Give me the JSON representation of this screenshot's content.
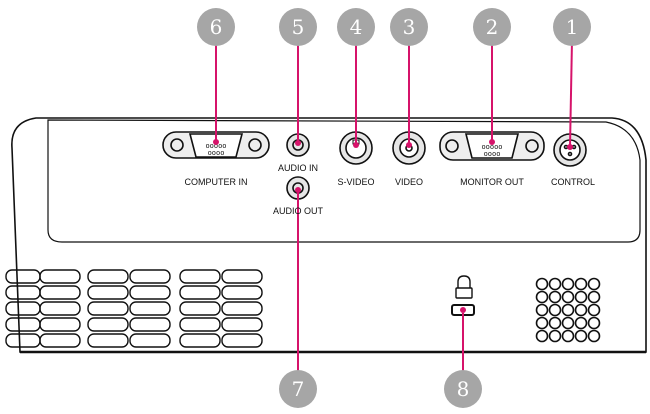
{
  "callouts": [
    {
      "number": "1"
    },
    {
      "number": "2"
    },
    {
      "number": "3"
    },
    {
      "number": "4"
    },
    {
      "number": "5"
    },
    {
      "number": "6"
    },
    {
      "number": "7"
    },
    {
      "number": "8"
    }
  ],
  "ports": {
    "computer_in": "COMPUTER  IN",
    "audio_in": "AUDIO  IN",
    "audio_out": "AUDIO  OUT",
    "s_video": "S-VIDEO",
    "video": "VIDEO",
    "monitor_out": "MONITOR  OUT",
    "control": "CONTROL"
  },
  "colors": {
    "callout_circle": "#a6a6a6",
    "leader_line": "#d6136a",
    "outline": "#111111"
  },
  "icons": {
    "kensington_lock": "padlock-icon"
  }
}
